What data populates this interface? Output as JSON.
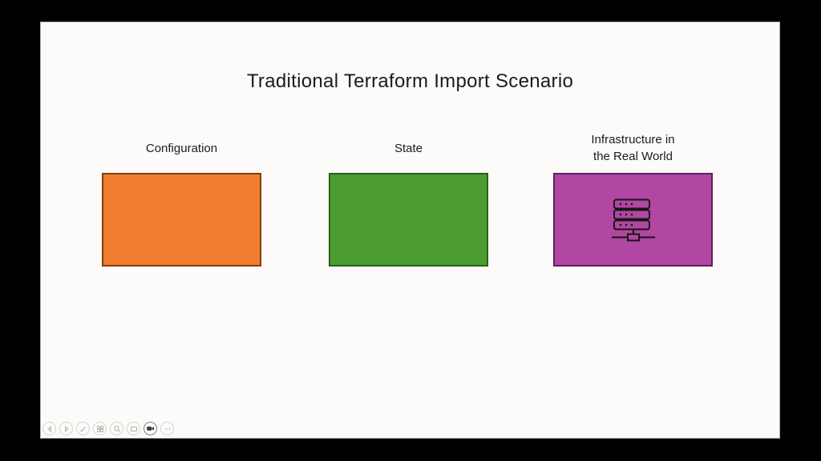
{
  "window": {
    "background_color": "#000000"
  },
  "slide": {
    "title": "Traditional Terraform Import Scenario",
    "background_color": "#fcfbf9",
    "columns": [
      {
        "label": "Configuration",
        "fill_color": "#F07E2E",
        "border_color": "#7E3E10"
      },
      {
        "label": "State",
        "fill_color": "#4B9C2F",
        "border_color": "#2C5D1B"
      },
      {
        "label": "Infrastructure in\nthe Real World",
        "fill_color": "#B246A3",
        "border_color": "#5D2156",
        "icon": "server-network-icon",
        "icon_color": "#161616"
      }
    ]
  },
  "presenter_toolbar": {
    "items": [
      {
        "icon": "previous-slide-icon"
      },
      {
        "icon": "next-slide-icon"
      },
      {
        "icon": "pen-tools-icon"
      },
      {
        "icon": "see-all-slides-icon"
      },
      {
        "icon": "zoom-icon"
      },
      {
        "icon": "captions-icon"
      },
      {
        "icon": "camera-icon",
        "active": true
      },
      {
        "icon": "more-options-icon"
      }
    ]
  }
}
